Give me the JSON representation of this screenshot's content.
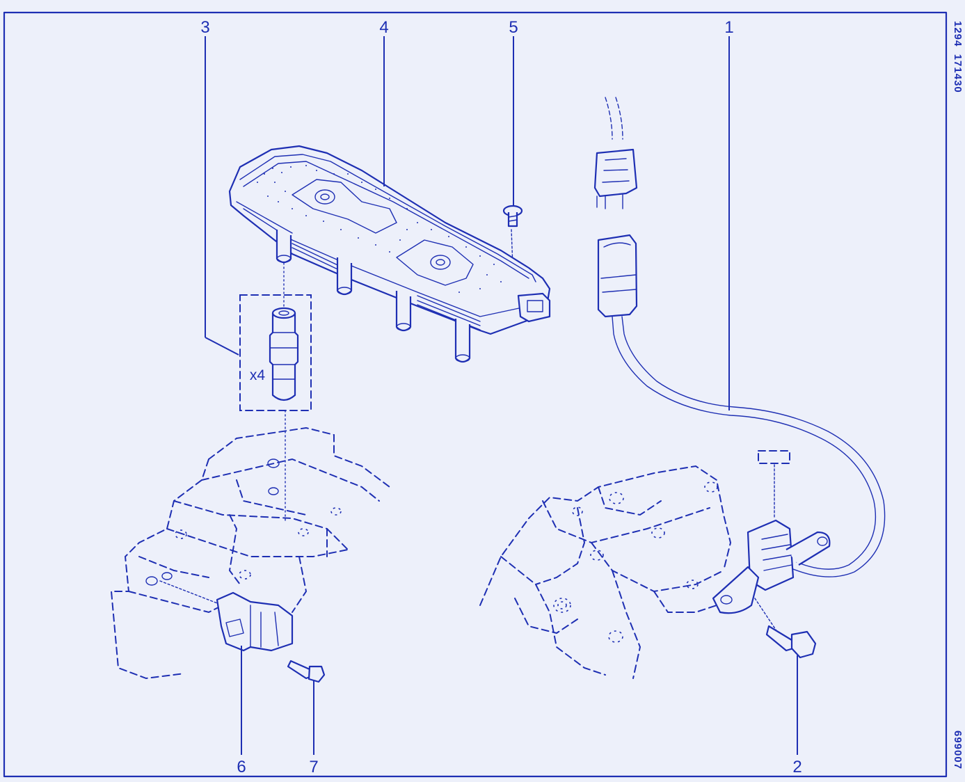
{
  "diagram": {
    "ink_color": "#1e2fb3",
    "background_color": "#edf0fa",
    "callouts": {
      "c1": "1",
      "c2": "2",
      "c3": "3",
      "c4": "4",
      "c5": "5",
      "c6": "6",
      "c7": "7"
    },
    "quantity_label": "x4",
    "side_code_top": "1294  171430",
    "side_code_bottom": "699007"
  }
}
